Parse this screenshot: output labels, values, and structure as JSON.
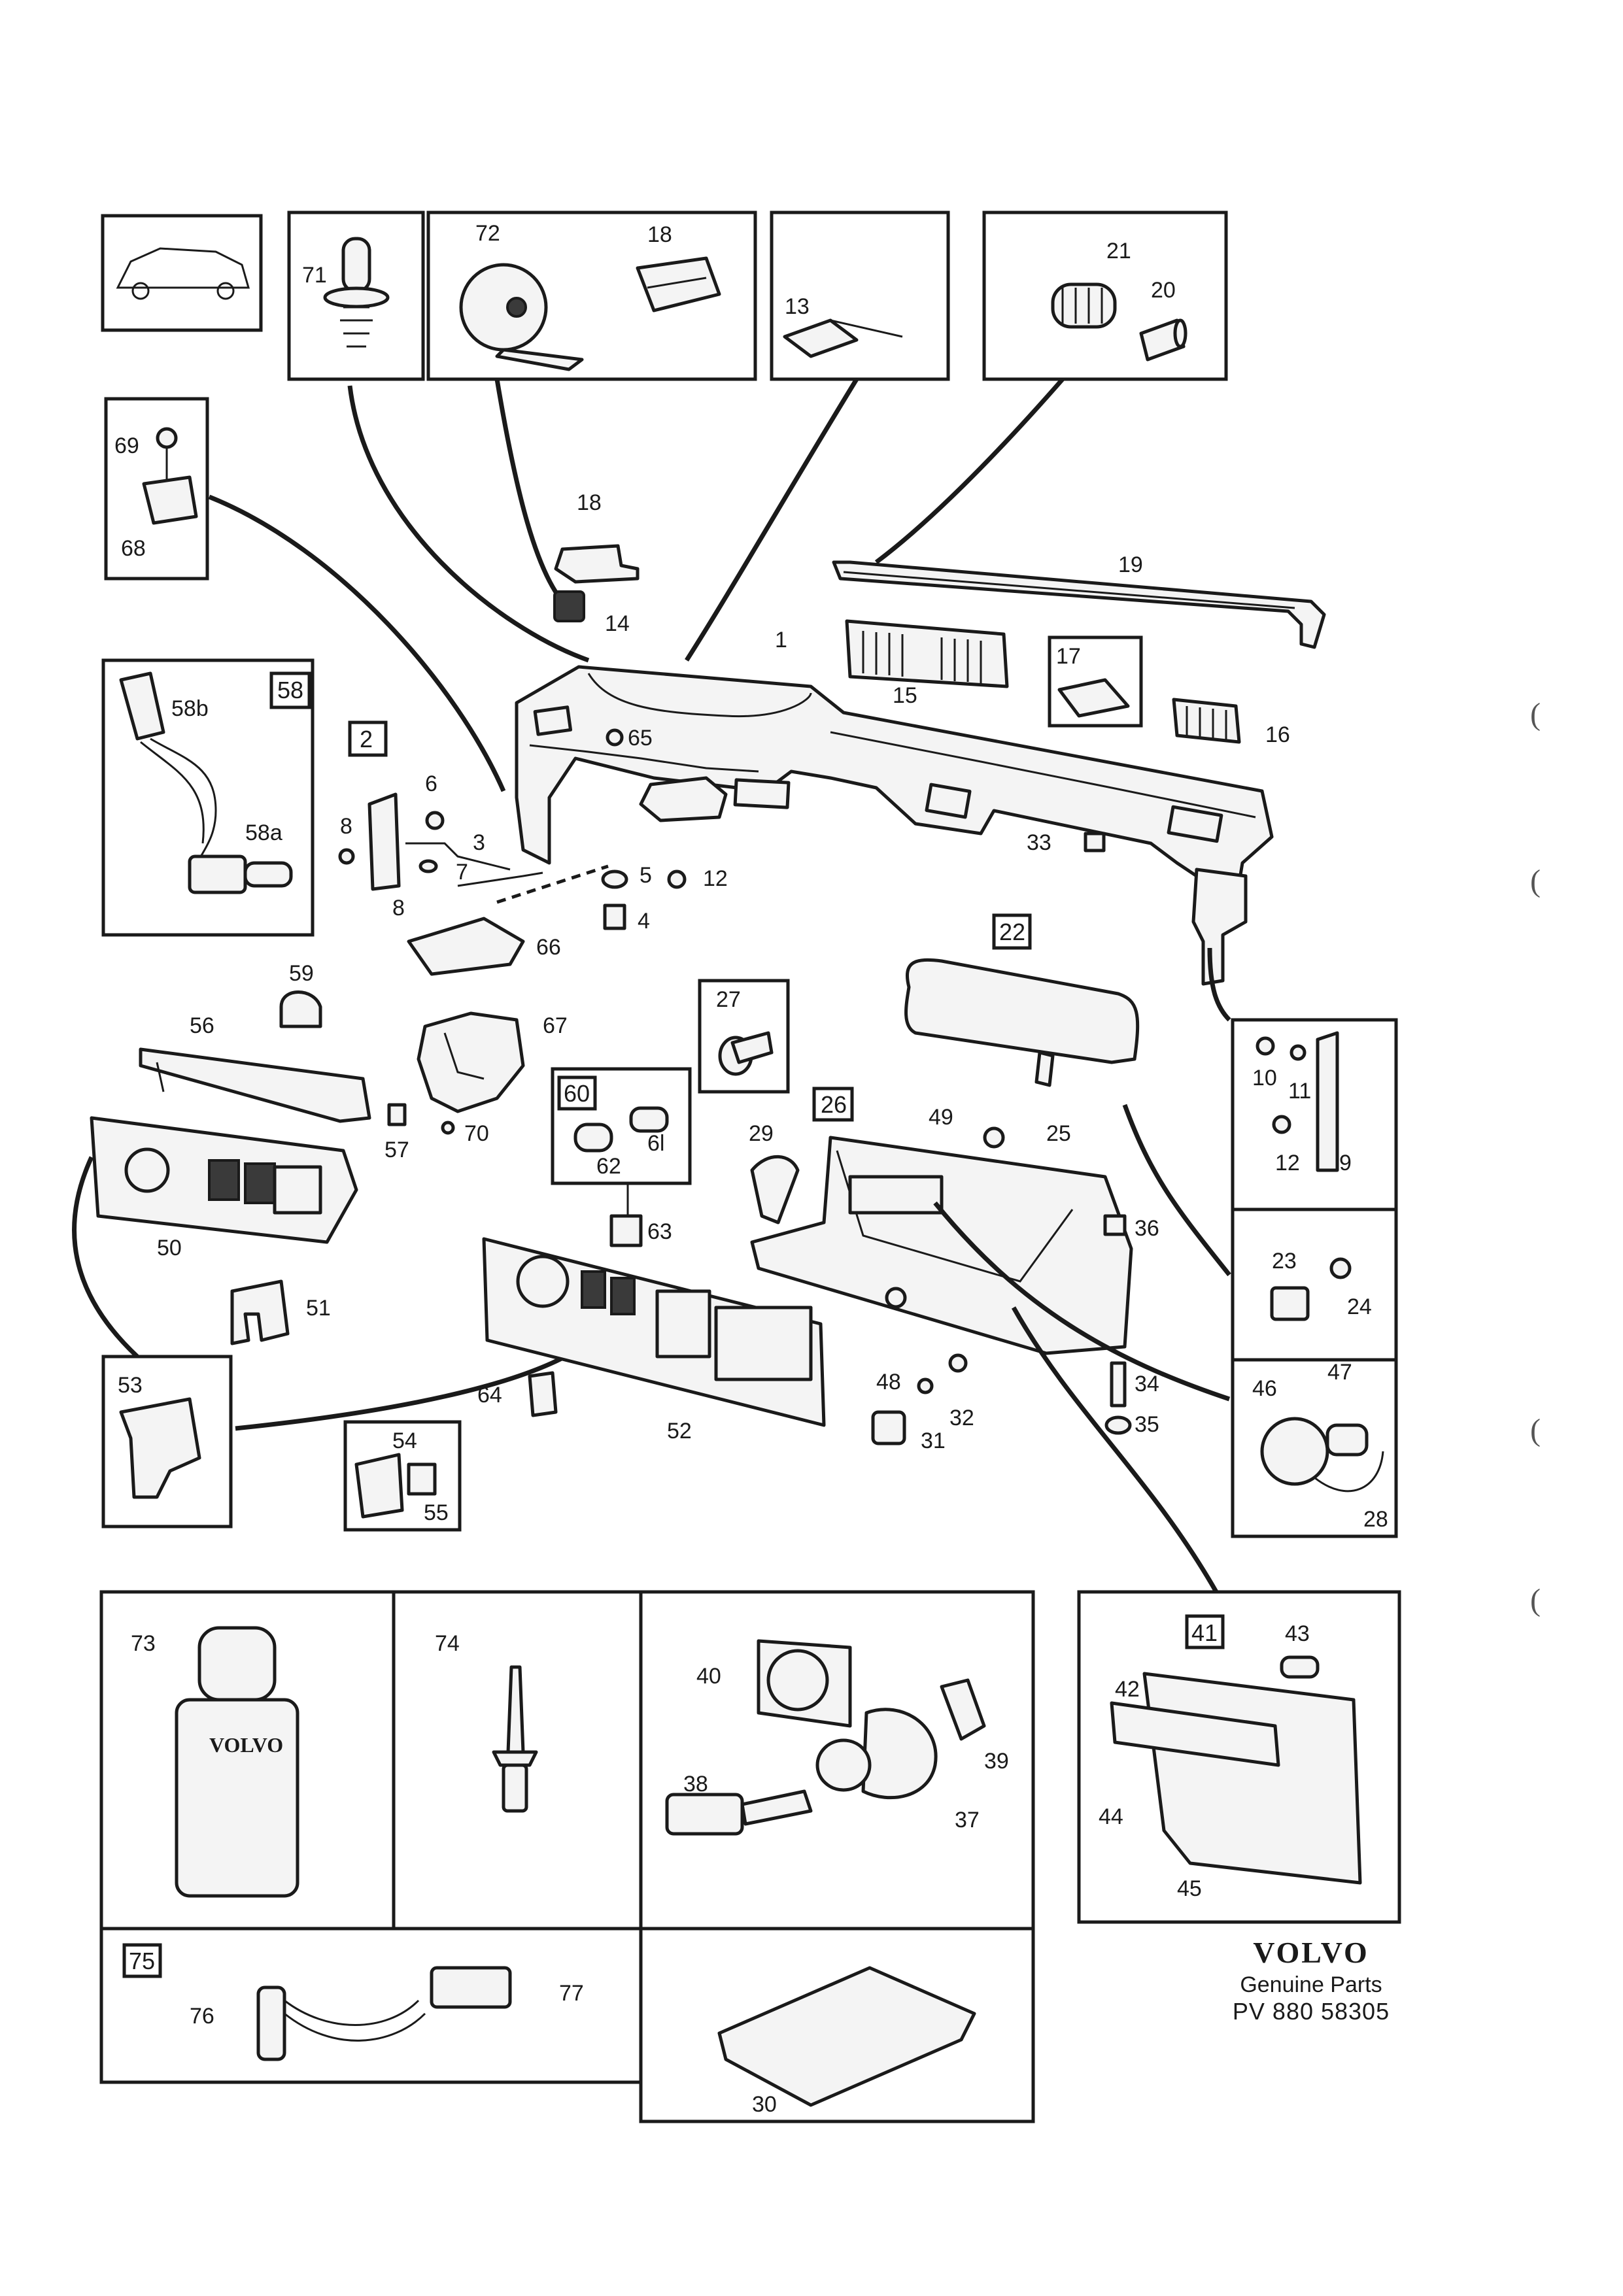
{
  "diagram": {
    "callouts": {
      "c1": "1",
      "c2": "2",
      "c3": "3",
      "c4": "4",
      "c5": "5",
      "c6": "6",
      "c7": "7",
      "c8a": "8",
      "c8b": "8",
      "c9": "9",
      "c10": "10",
      "c11": "11",
      "c12a": "12",
      "c12b": "12",
      "c13": "13",
      "c14": "14",
      "c15": "15",
      "c16": "16",
      "c17": "17",
      "c18a": "18",
      "c18b": "18",
      "c19": "19",
      "c20": "20",
      "c21": "21",
      "c22": "22",
      "c23": "23",
      "c24": "24",
      "c25": "25",
      "c26": "26",
      "c27": "27",
      "c28": "28",
      "c29": "29",
      "c30": "30",
      "c31": "31",
      "c32": "32",
      "c33": "33",
      "c34": "34",
      "c35": "35",
      "c36": "36",
      "c37": "37",
      "c38": "38",
      "c39": "39",
      "c40": "40",
      "c41": "41",
      "c42": "42",
      "c43": "43",
      "c44": "44",
      "c45": "45",
      "c46": "46",
      "c47": "47",
      "c48": "48",
      "c49": "49",
      "c50": "50",
      "c51": "51",
      "c52": "52",
      "c53": "53",
      "c54": "54",
      "c55": "55",
      "c56": "56",
      "c57": "57",
      "c58": "58",
      "c58a": "58a",
      "c58b": "58b",
      "c59": "59",
      "c60": "60",
      "c61": "6l",
      "c62": "62",
      "c63": "63",
      "c64": "64",
      "c65": "65",
      "c66": "66",
      "c67": "67",
      "c68": "68",
      "c69": "69",
      "c70": "70",
      "c71": "71",
      "c72": "72",
      "c73": "73",
      "c74": "74",
      "c75": "75",
      "c76": "76",
      "c77": "77"
    },
    "can_logo": "VOLVO"
  },
  "footer": {
    "brand": "VOLVO",
    "subtitle": "Genuine Parts",
    "code": "PV 880 58305"
  },
  "margin_marks": [
    "(",
    "(",
    "(",
    "("
  ]
}
